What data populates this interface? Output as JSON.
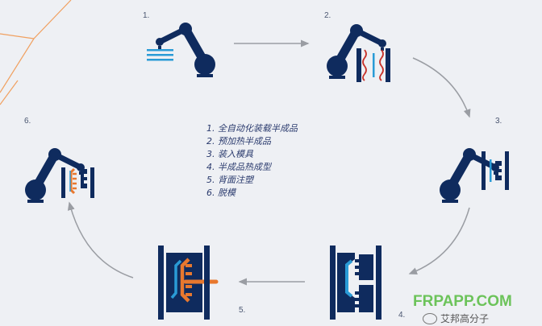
{
  "steps": [
    {
      "number": "1.",
      "text": "1. 全自动化装载半成品"
    },
    {
      "number": "2.",
      "text": "2. 预加热半成品"
    },
    {
      "number": "3.",
      "text": "3. 装入模具"
    },
    {
      "number": "4.",
      "text": "4. 半成品热成型"
    },
    {
      "number": "5.",
      "text": "5. 背面注塑"
    },
    {
      "number": "6.",
      "text": "6. 脱模"
    }
  ],
  "watermark": {
    "site": "FRPAPP.COM",
    "name": "艾邦高分子",
    "icon": "wechat-icon"
  },
  "colors": {
    "navy": "#0f2b5e",
    "blue": "#2a9bd6",
    "orange": "#e8782e",
    "red": "#c8322a",
    "arrow": "#9a9da3",
    "accent_line": "#f0a060"
  }
}
